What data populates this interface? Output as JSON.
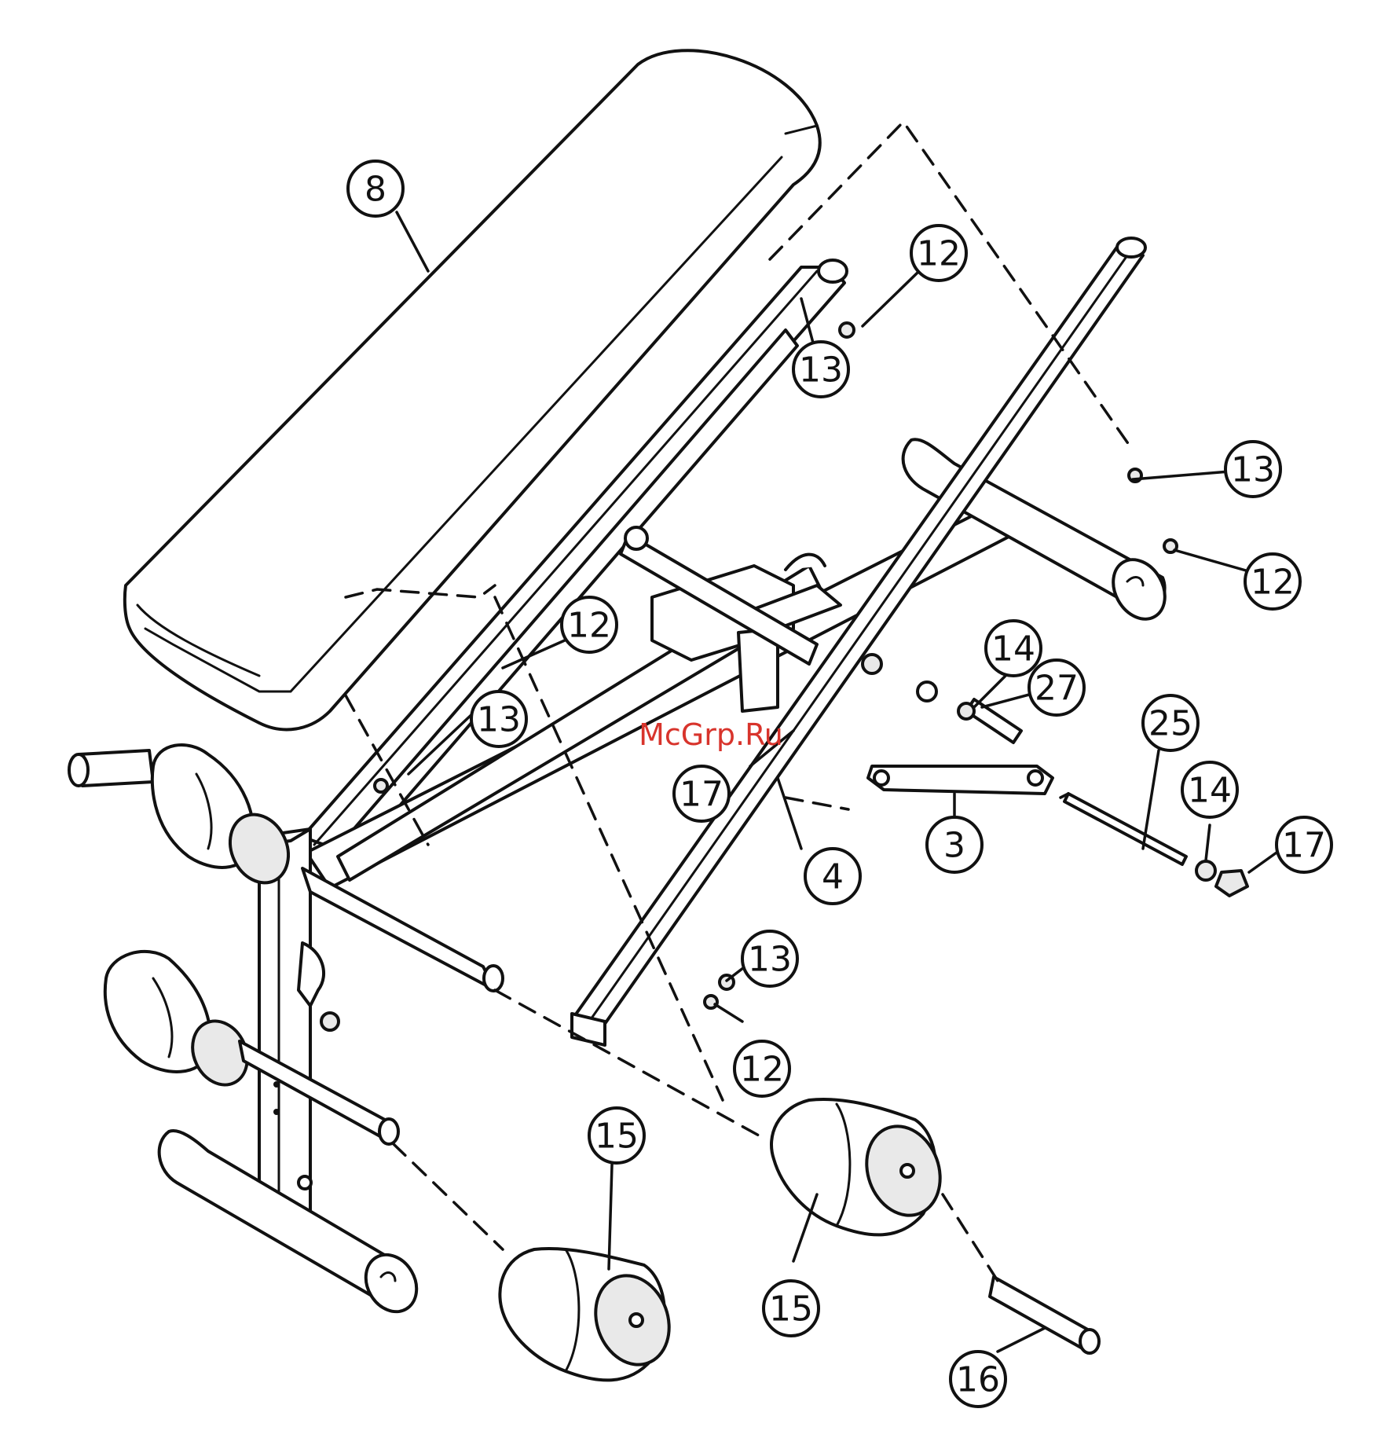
{
  "watermark": "McGrp.Ru",
  "colors": {
    "line": "#111111",
    "watermark": "#d8342c",
    "background": "#ffffff"
  },
  "callouts": [
    {
      "id": "c-8",
      "label": "8"
    },
    {
      "id": "c-12a",
      "label": "12"
    },
    {
      "id": "c-13a",
      "label": "13"
    },
    {
      "id": "c-13b",
      "label": "13"
    },
    {
      "id": "c-12b",
      "label": "12"
    },
    {
      "id": "c-12c",
      "label": "12"
    },
    {
      "id": "c-13c",
      "label": "13"
    },
    {
      "id": "c-14a",
      "label": "14"
    },
    {
      "id": "c-27",
      "label": "27"
    },
    {
      "id": "c-25",
      "label": "25"
    },
    {
      "id": "c-14b",
      "label": "14"
    },
    {
      "id": "c-17a",
      "label": "17"
    },
    {
      "id": "c-17b",
      "label": "17"
    },
    {
      "id": "c-3",
      "label": "3"
    },
    {
      "id": "c-4",
      "label": "4"
    },
    {
      "id": "c-13d",
      "label": "13"
    },
    {
      "id": "c-12d",
      "label": "12"
    },
    {
      "id": "c-15a",
      "label": "15"
    },
    {
      "id": "c-15b",
      "label": "15"
    },
    {
      "id": "c-16",
      "label": "16"
    }
  ]
}
